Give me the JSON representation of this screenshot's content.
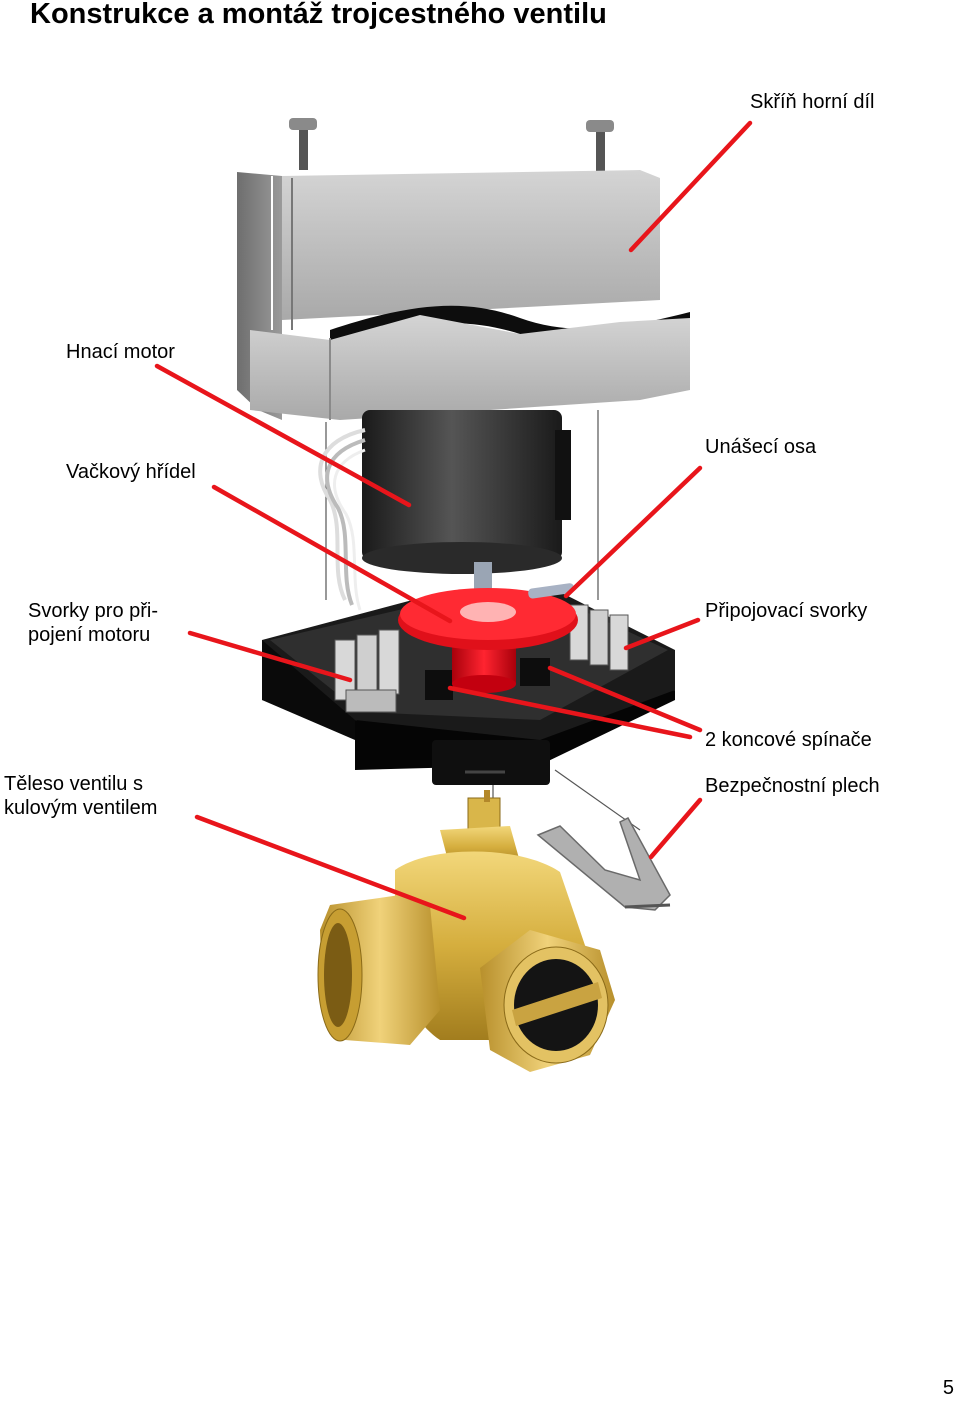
{
  "title": "Konstrukce a montáž trojcestného ventilu",
  "labels": {
    "housing_top": "Skříň horní díl",
    "drive_motor": "Hnací motor",
    "cam_shaft": "Vačkový hřídel",
    "driver_axis": "Unášecí osa",
    "motor_terminals_line1": "Svorky pro při-",
    "motor_terminals_line2": "pojení motoru",
    "connection_terminals": "Připojovací svorky",
    "limit_switches": "2 koncové spínače",
    "valve_body_line1": "Těleso ventilu s",
    "valve_body_line2": "kulovým ventilem",
    "safety_plate": "Bezpečnostní plech"
  },
  "page_number": "5",
  "colors": {
    "leader_line": "#e8151b",
    "housing": "#b9b9b9",
    "motor": "#262626",
    "base": "#111111",
    "cam_wheel": "#e0101a",
    "brass": "#d3ad3c",
    "safety_plate": "#a6a6a6"
  }
}
